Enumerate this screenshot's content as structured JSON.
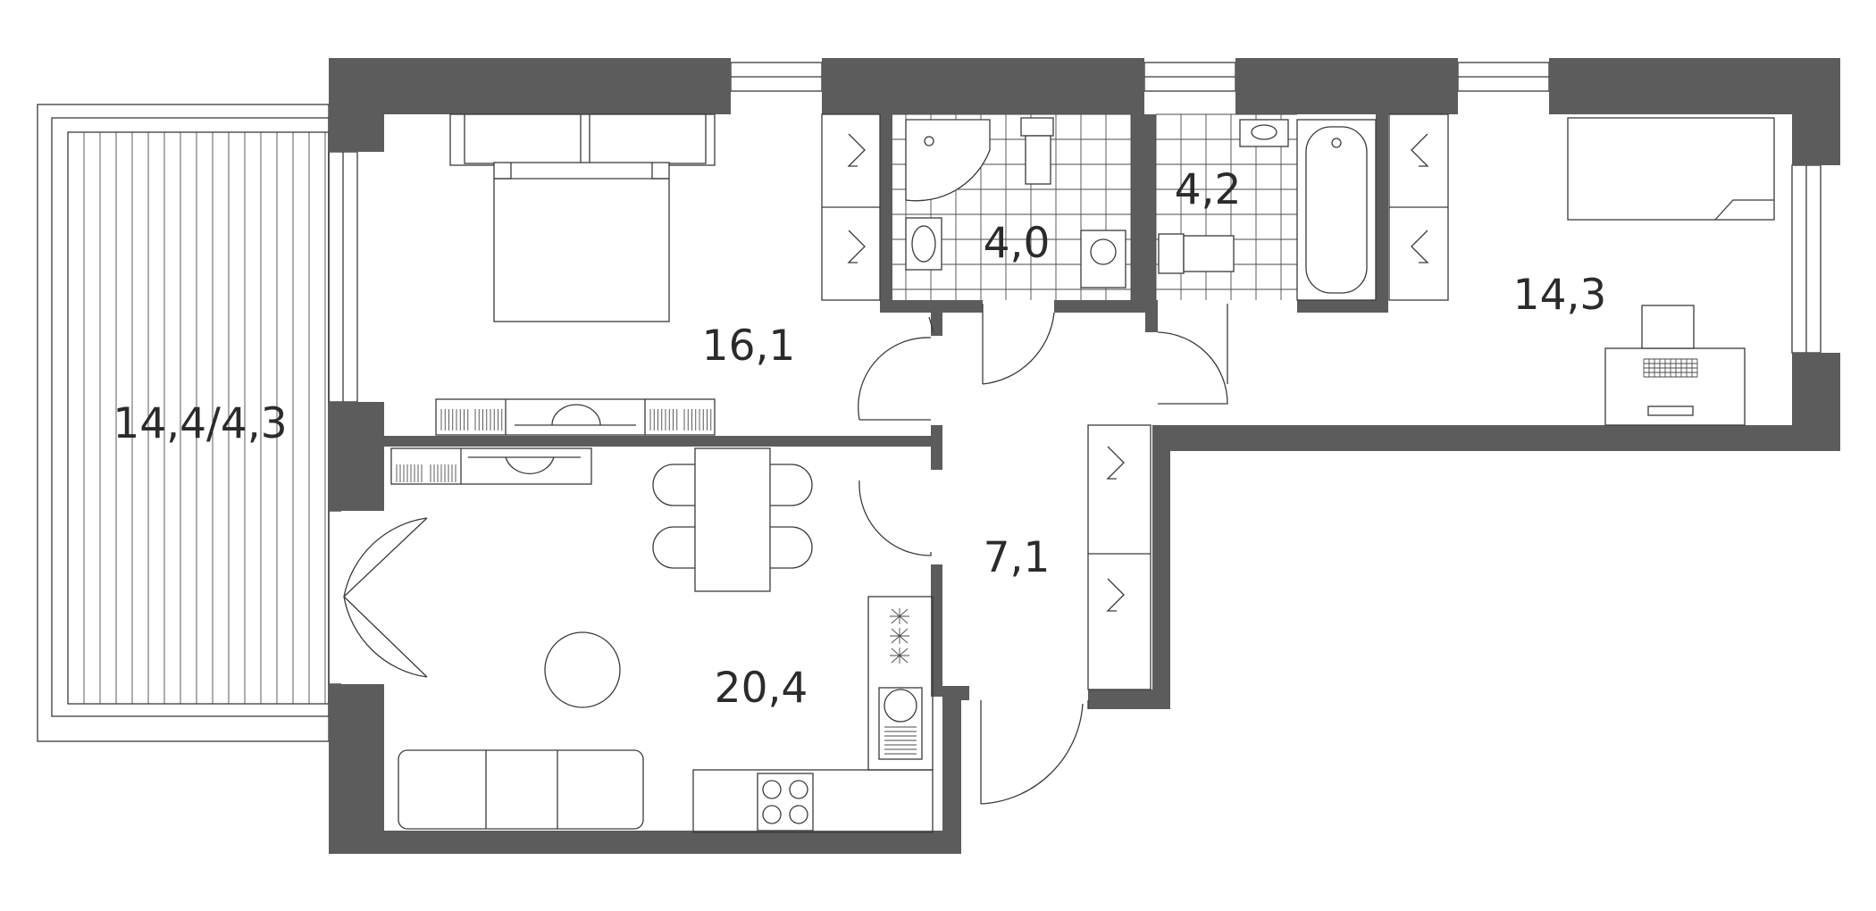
{
  "plan": {
    "wall_color": "#5c5c5c",
    "line_color": "#3a3a3a",
    "rooms": [
      {
        "id": "balcony",
        "area": "14,4/4,3"
      },
      {
        "id": "bedroom",
        "area": "16,1"
      },
      {
        "id": "shower-room",
        "area": "4,0"
      },
      {
        "id": "bathroom",
        "area": "4,2"
      },
      {
        "id": "second-bedroom",
        "area": "14,3"
      },
      {
        "id": "hallway",
        "area": "7,1"
      },
      {
        "id": "kitchen-living",
        "area": "20,4"
      }
    ]
  }
}
